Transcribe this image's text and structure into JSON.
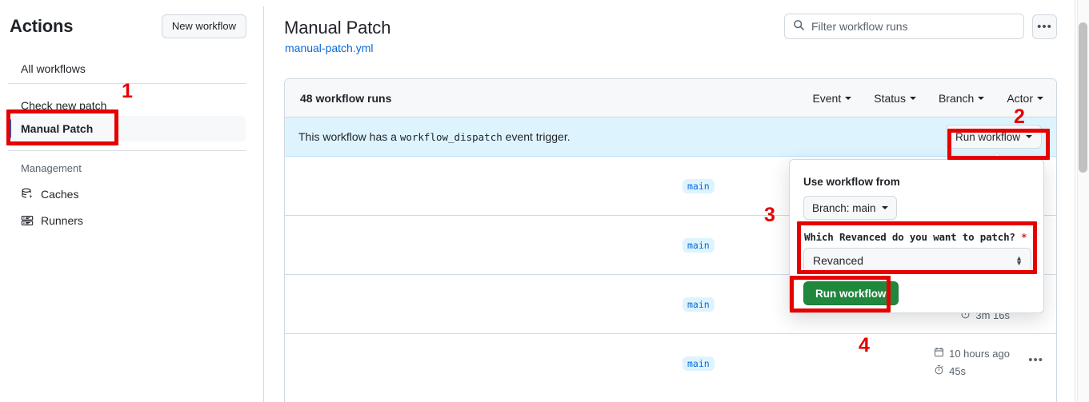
{
  "sidebar": {
    "title": "Actions",
    "new_workflow_label": "New workflow",
    "all_workflows_label": "All workflows",
    "workflows": [
      {
        "label": "Check new patch",
        "selected": false
      },
      {
        "label": "Manual Patch",
        "selected": true
      }
    ],
    "management_title": "Management",
    "management_items": [
      {
        "label": "Caches",
        "icon": "cache-icon"
      },
      {
        "label": "Runners",
        "icon": "runners-icon"
      }
    ]
  },
  "header": {
    "title": "Manual Patch",
    "file_link": "manual-patch.yml",
    "search_placeholder": "Filter workflow runs",
    "search_value": "",
    "search_icon": "search-icon",
    "kebab_icon": "kebab-horizontal-icon"
  },
  "runs_card": {
    "runs_count_label": "48 workflow runs",
    "filters": [
      {
        "label": "Event"
      },
      {
        "label": "Status"
      },
      {
        "label": "Branch"
      },
      {
        "label": "Actor"
      }
    ],
    "dispatch_banner": {
      "text_before": "This workflow has a",
      "code": "workflow_dispatch",
      "text_after": "event trigger.",
      "run_button_label": "Run workflow"
    },
    "rows": [
      {
        "branch": "main",
        "age": "",
        "duration": "",
        "kebab": ""
      },
      {
        "branch": "main",
        "age": "",
        "duration": "",
        "kebab": ""
      },
      {
        "branch": "main",
        "age": "",
        "duration": "3m 16s",
        "kebab": ""
      },
      {
        "branch": "main",
        "age": "10 hours ago",
        "duration": "45s",
        "kebab": ""
      }
    ]
  },
  "run_workflow_panel": {
    "use_workflow_from_label": "Use workflow from",
    "branch_select_label": "Branch: main",
    "input_label": "Which Revanced do you want to patch?",
    "required_marker": "*",
    "select_value": "Revanced",
    "submit_label": "Run workflow"
  },
  "annotations": [
    {
      "number": "1"
    },
    {
      "number": "2"
    },
    {
      "number": "3"
    },
    {
      "number": "4"
    }
  ],
  "colors": {
    "accent_blue": "#0969da",
    "green": "#1f883d",
    "annotation_red": "#e60000",
    "banner_blue": "#ddf4ff",
    "tab_orange": "#fd8c73"
  }
}
